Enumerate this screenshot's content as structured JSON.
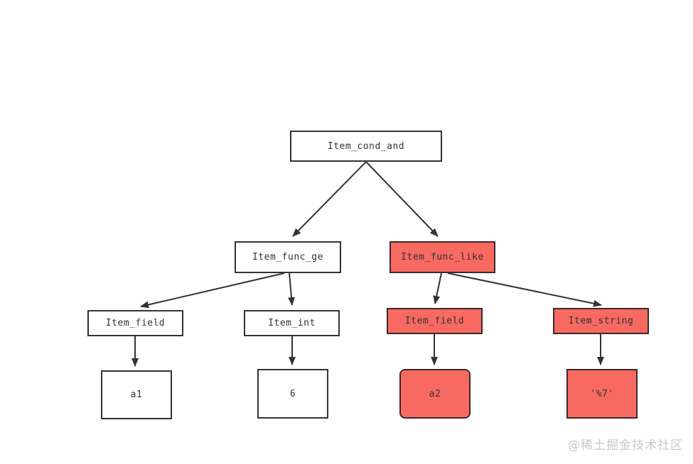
{
  "watermark": {
    "text": "@稀土掘金技术社区"
  },
  "colors": {
    "node_border": "#333333",
    "highlight_fill": "#f76961",
    "default_fill": "#ffffff",
    "edge": "#333333",
    "text": "#333333",
    "watermark": "#c9c9c9"
  },
  "diagram": {
    "type": "tree",
    "nodes": [
      {
        "id": "item_cond_and",
        "label": "Item_cond_and",
        "highlighted": false
      },
      {
        "id": "item_func_ge",
        "label": "Item_func_ge",
        "highlighted": false
      },
      {
        "id": "item_func_like",
        "label": "Item_func_like",
        "highlighted": true
      },
      {
        "id": "item_field_left",
        "label": "Item_field",
        "highlighted": false
      },
      {
        "id": "item_int",
        "label": "Item_int",
        "highlighted": false
      },
      {
        "id": "item_field_right",
        "label": "Item_field",
        "highlighted": true
      },
      {
        "id": "item_string",
        "label": "Item_string",
        "highlighted": true
      },
      {
        "id": "value_a1",
        "label": "a1",
        "highlighted": false
      },
      {
        "id": "value_6",
        "label": "6",
        "highlighted": false
      },
      {
        "id": "value_a2",
        "label": "a2",
        "highlighted": true
      },
      {
        "id": "value_pct7",
        "label": "'%7'",
        "highlighted": true
      }
    ],
    "edges": [
      {
        "from": "item_cond_and",
        "to": "item_func_ge"
      },
      {
        "from": "item_cond_and",
        "to": "item_func_like"
      },
      {
        "from": "item_func_ge",
        "to": "item_field_left"
      },
      {
        "from": "item_func_ge",
        "to": "item_int"
      },
      {
        "from": "item_func_like",
        "to": "item_field_right"
      },
      {
        "from": "item_func_like",
        "to": "item_string"
      },
      {
        "from": "item_field_left",
        "to": "value_a1"
      },
      {
        "from": "item_int",
        "to": "value_6"
      },
      {
        "from": "item_field_right",
        "to": "value_a2"
      },
      {
        "from": "item_string",
        "to": "value_pct7"
      }
    ]
  }
}
